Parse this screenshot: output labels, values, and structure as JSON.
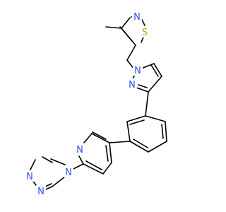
{
  "molecule": {
    "colors": {
      "bond": "#000000",
      "N": "#3050F8",
      "S": "#C8A000",
      "background": "#ffffff"
    },
    "labels": {
      "thiazole_n": "N",
      "thiazole_s": "S",
      "pyrazole_n1": "N",
      "pyrazole_n2": "N",
      "pyridine_n": "N",
      "triazole_n4": "N",
      "triazole_n1": "N",
      "triazole_n2": "N"
    }
  }
}
